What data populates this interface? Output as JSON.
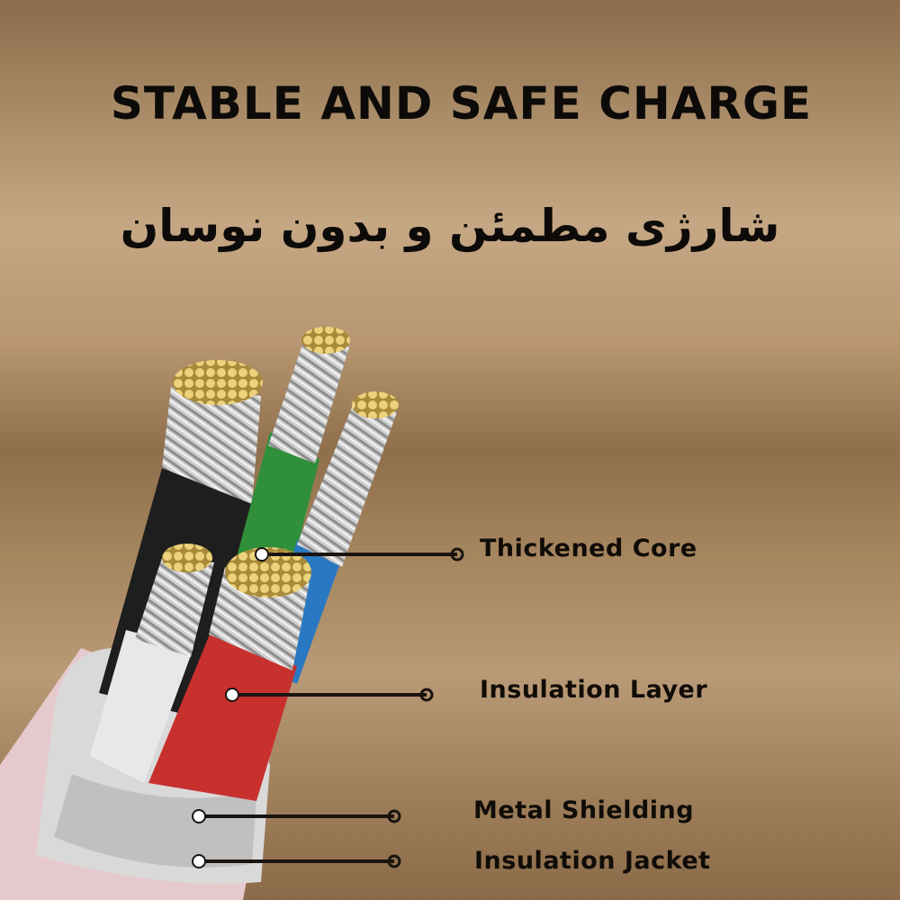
{
  "title": "STABLE AND SAFE CHARGE",
  "subtitle": "شارژی مطمئن و بدون نوسان",
  "labels": [
    {
      "text": "Thickened Core"
    },
    {
      "text": "Insulation Layer"
    },
    {
      "text": "Metal Shielding"
    },
    {
      "text": "Insulation Jacket"
    }
  ],
  "colors": {
    "copper": "#e2c35c",
    "red": "#c8302e",
    "green": "#2f8f3a",
    "blue": "#2b78c2",
    "black": "#1e1e1e",
    "white": "#e8e8e8"
  }
}
